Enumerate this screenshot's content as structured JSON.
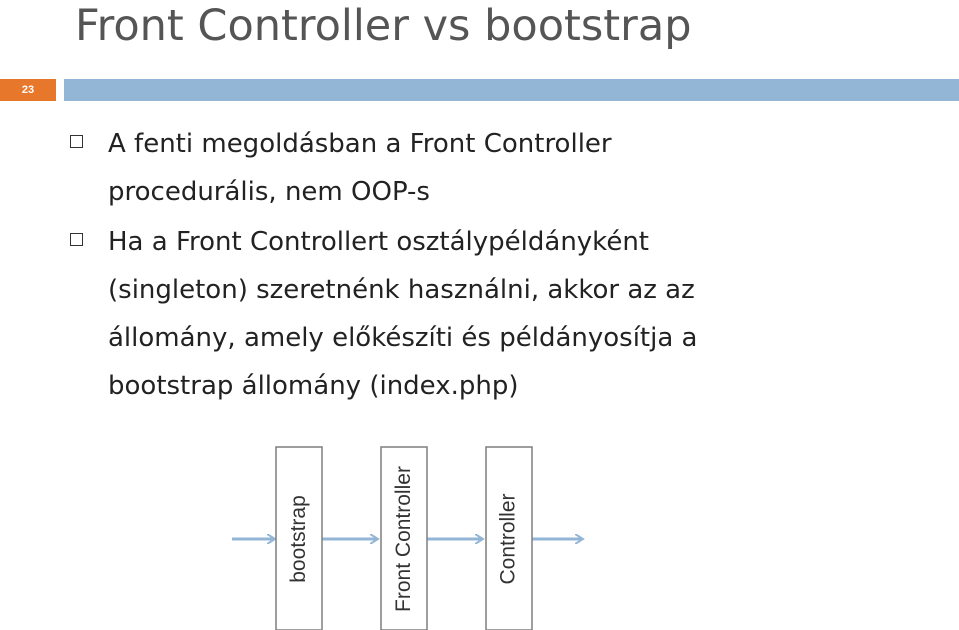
{
  "slide": {
    "title": "Front Controller vs bootstrap",
    "number": "23"
  },
  "bullets": [
    {
      "lines": [
        "A fenti megoldásban a Front Controller",
        "procedurális, nem OOP-s"
      ]
    },
    {
      "lines": [
        "Ha a Front Controllert osztálypéldányként",
        "(singleton) szeretnénk használni, akkor az az",
        "állomány, amely előkészíti és példányosítja a",
        "bootstrap állomány (index.php)"
      ]
    }
  ],
  "diagram": {
    "boxes": [
      {
        "label": "bootstrap"
      },
      {
        "label": "Front Controller"
      },
      {
        "label": "Controller"
      }
    ],
    "colors": {
      "box_border": "#7f7f7f",
      "arrow": "#93b5d6"
    }
  }
}
